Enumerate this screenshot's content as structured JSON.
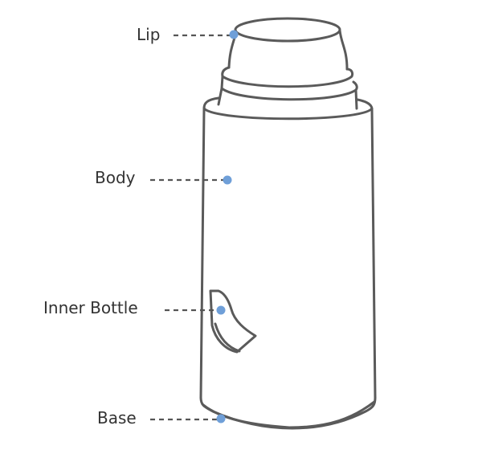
{
  "diagram": {
    "labels": {
      "lip": "Lip",
      "body": "Body",
      "inner_bottle": "Inner Bottle",
      "base": "Base"
    },
    "colors": {
      "outline": "#5a5a5a",
      "marker": "#6f9fd8",
      "leader": "#555555",
      "text": "#333333"
    }
  }
}
